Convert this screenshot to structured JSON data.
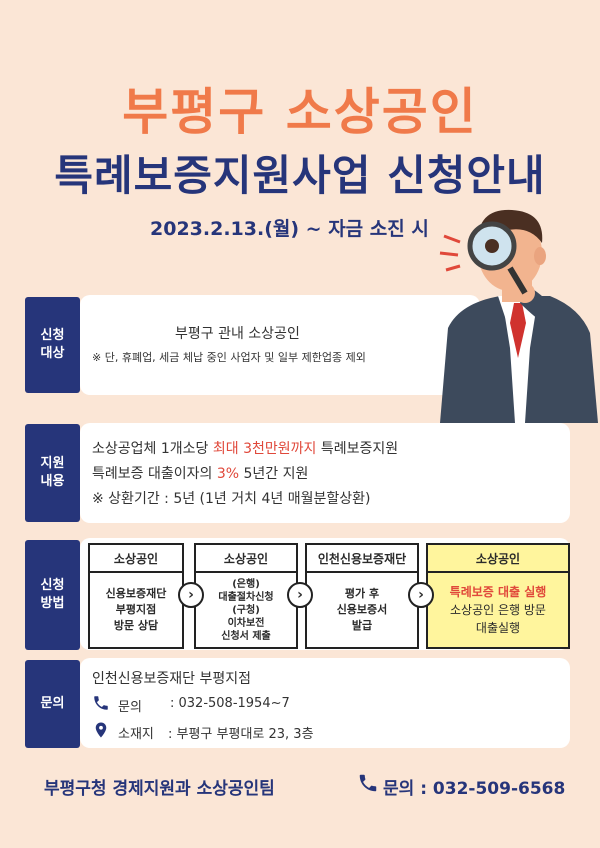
{
  "title_line1": "부평구 소상공인",
  "title_line2": "특례보증지원사업 신청안내",
  "period": "2023.2.13.(월) ~ 자금 소진 시",
  "target": {
    "label": "신청\n대상",
    "line1": "부평구 관내 소상공인",
    "note": "※ 단, 휴폐업, 세금 체납 중인 사업자 및 일부 제한업종 제외"
  },
  "support": {
    "label": "지원\n내용",
    "l1_a": "소상공업체 1개소당 ",
    "l1_red": "최대 3천만원까지",
    "l1_b": " 특례보증지원",
    "l2_a": "특례보증 대출이자의 ",
    "l2_red": "3%",
    "l2_b": " 5년간 지원",
    "l3": "※ 상환기간 : 5년 (1년 거치 4년 매월분할상환)"
  },
  "method": {
    "label": "신청\n방법",
    "steps": [
      {
        "head": "소상공인",
        "body": [
          "신용보증재단",
          "부평지점",
          "방문 상담"
        ]
      },
      {
        "head": "소상공인",
        "body": [
          "(은행)",
          "대출절차신청",
          "(구청)",
          "이차보전",
          "신청서 제출"
        ]
      },
      {
        "head": "인천신용보증재단",
        "body": [
          "평가 후",
          "신용보증서",
          "발급"
        ]
      },
      {
        "head": "소상공인",
        "body_red": "특례보증 대출 실행",
        "body": [
          "소상공인 은행 방문",
          "대출실행"
        ]
      }
    ]
  },
  "contact": {
    "label": "문의",
    "org": "인천신용보증재단 부평지점",
    "phone_label": "문의",
    "phone": ": 032-508-1954~7",
    "addr_label": "소재지",
    "addr": ": 부평구 부평대로 23, 3층"
  },
  "footer": {
    "dept": "부평구청 경제지원과 소상공인팀",
    "phone": "문의 : 032-509-6568"
  },
  "colors": {
    "navy": "#26357a",
    "orange": "#f07a4a",
    "yellow": "#fff59d",
    "bg": "#fbe6d6"
  }
}
